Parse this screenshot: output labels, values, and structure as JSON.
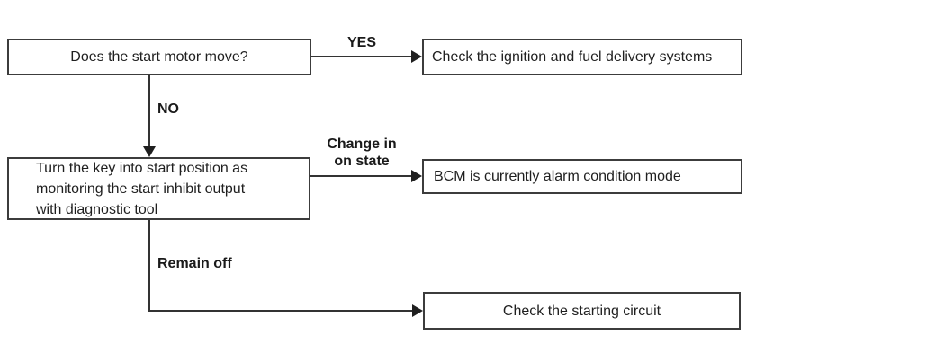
{
  "diagram": {
    "type": "flowchart",
    "colors": {
      "background": "#ffffff",
      "box_border": "#3c3c3c",
      "line": "#333333",
      "text": "#1f1f1f"
    },
    "nodes": {
      "start_motor_question": {
        "label": "Does the start motor move?"
      },
      "ignition_fuel_result": {
        "label": "Check the ignition and fuel delivery systems"
      },
      "turn_key_instruction": {
        "label_lines": [
          "Turn the key into start position as",
          "monitoring the start inhibit output",
          "with diagnostic tool"
        ]
      },
      "bcm_alarm_result": {
        "label": "BCM is currently alarm condition mode"
      },
      "starting_circuit_result": {
        "label": "Check the starting circuit"
      }
    },
    "edge_labels": {
      "yes": "YES",
      "no": "NO",
      "change_in_on_state_lines": [
        "Change in",
        "on state"
      ],
      "remain_off": "Remain off"
    }
  }
}
